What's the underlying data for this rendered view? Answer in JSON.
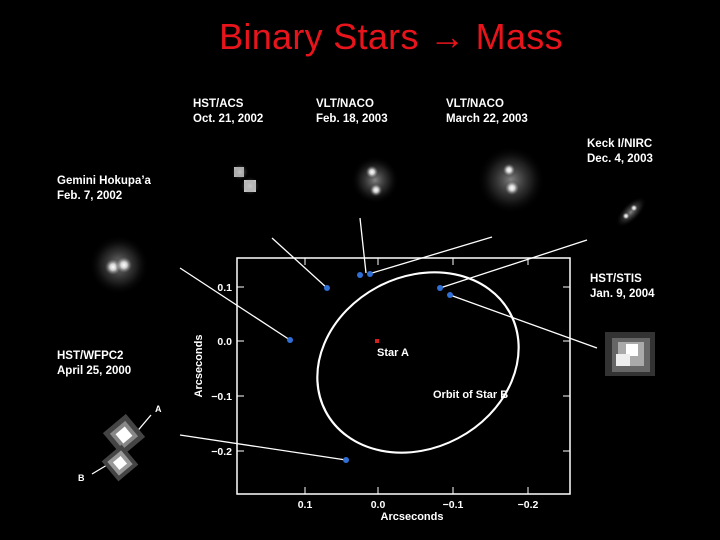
{
  "title": "Binary Stars → Mass",
  "observations": [
    {
      "id": "hst-acs",
      "instrument": "HST/ACS",
      "date": "Oct. 21, 2002"
    },
    {
      "id": "vlt-naco-feb",
      "instrument": "VLT/NACO",
      "date": "Feb. 18, 2003"
    },
    {
      "id": "vlt-naco-mar",
      "instrument": "VLT/NACO",
      "date": "March 22, 2003"
    },
    {
      "id": "keck",
      "instrument": "Keck I/NIRC",
      "date": "Dec. 4, 2003"
    },
    {
      "id": "gemini",
      "instrument": "Gemini Hokupa’a",
      "date": "Feb. 7, 2002"
    },
    {
      "id": "hst-stis",
      "instrument": "HST/STIS",
      "date": "Jan. 9, 2004"
    },
    {
      "id": "hst-wfpc2",
      "instrument": "HST/WFPC2",
      "date": "April 25, 2000"
    }
  ],
  "plot": {
    "xlabel": "Arcseconds",
    "ylabel": "Arcseconds",
    "xticks": [
      "0.1",
      "0.0",
      "−0.1",
      "−0.2"
    ],
    "yticks": [
      "0.1",
      "0.0",
      "−0.1",
      "−0.2"
    ],
    "star_a_label": "Star A",
    "orbit_label": "Orbit of Star B"
  },
  "image_labels": {
    "a": "A",
    "b": "B"
  },
  "colors": {
    "title": "#e8141c",
    "point": "#2f6fd6",
    "star_a": "#d22020"
  }
}
